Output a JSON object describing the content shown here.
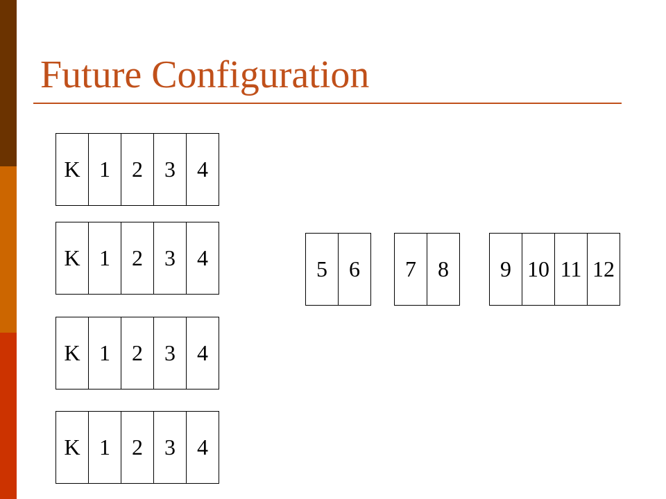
{
  "slide": {
    "title": "Future Configuration"
  },
  "racks": [
    [
      "K",
      "1",
      "2",
      "3",
      "4"
    ],
    [
      "K",
      "1",
      "2",
      "3",
      "4"
    ],
    [
      "K",
      "1",
      "2",
      "3",
      "4"
    ],
    [
      "K",
      "1",
      "2",
      "3",
      "4"
    ]
  ],
  "extra_groups": [
    [
      "5",
      "6"
    ],
    [
      "7",
      "8"
    ],
    [
      "9",
      "10",
      "11",
      "12"
    ]
  ],
  "colors": {
    "title": "#c0501a",
    "sidebar_top": "#6b3300",
    "sidebar_mid": "#cc6600",
    "sidebar_bottom": "#cc3300"
  }
}
